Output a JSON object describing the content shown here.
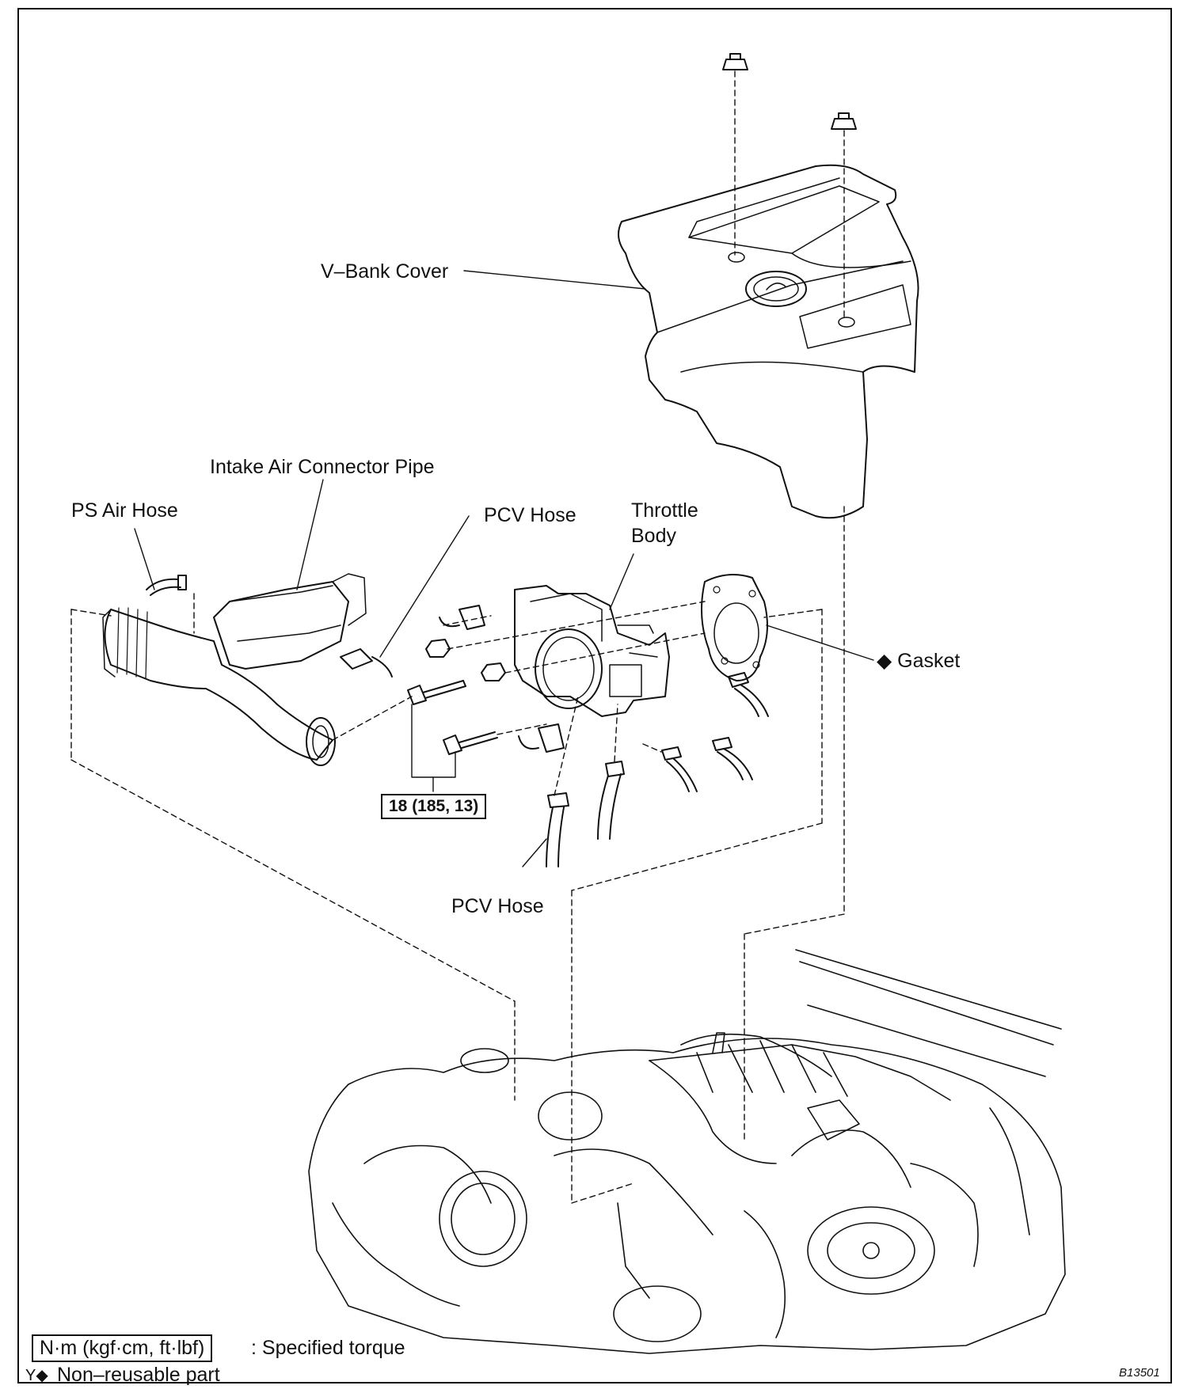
{
  "labels": {
    "v_bank_cover": "V–Bank Cover",
    "intake_air_connector_pipe": "Intake Air Connector Pipe",
    "ps_air_hose": "PS Air Hose",
    "pcv_hose_top": "PCV Hose",
    "throttle_body_line1": "Throttle",
    "throttle_body_line2": "Body",
    "gasket": "◆ Gasket",
    "pcv_hose_bottom": "PCV Hose"
  },
  "torque_spec": "18 (185, 13)",
  "legend": {
    "torque_unit": "N·m (kgf·cm, ft·lbf)",
    "torque_desc": ": Specified torque",
    "nonreusable_mark": "Y◆",
    "nonreusable_desc": "Non–reusable part"
  },
  "figure_code": "B13501"
}
